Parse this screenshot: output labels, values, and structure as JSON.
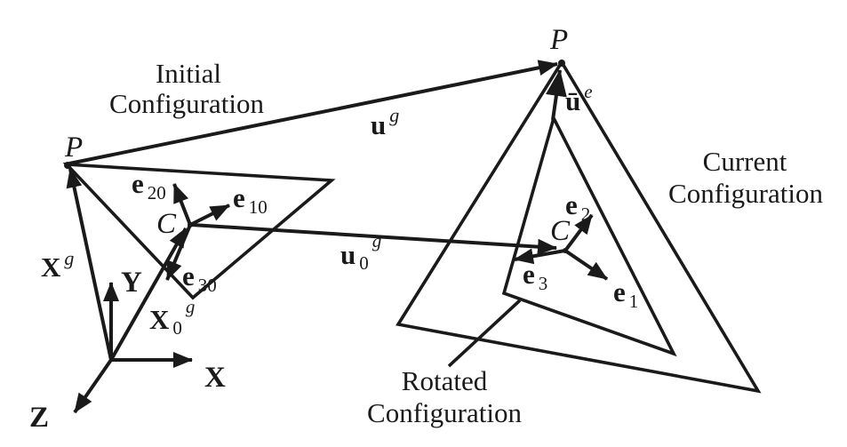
{
  "figure": {
    "background_color": "#ffffff",
    "ink_color": "#1a1a1a",
    "titles": {
      "initial_config": {
        "line1": "Initial",
        "line2": "Configuration"
      },
      "current_config": {
        "line1": "Current",
        "line2": "Configuration"
      },
      "rotated_config": {
        "line1": "Rotated",
        "line2": "Configuration"
      }
    },
    "points": {
      "p_initial": "P",
      "p_current": "P",
      "c_initial": "C",
      "c_current": "C"
    },
    "axes": {
      "x": "X",
      "y": "Y",
      "z": "Z"
    },
    "vectors": {
      "Xg": {
        "base": "X",
        "sup": "g"
      },
      "X0g": {
        "base": "X",
        "sub": "0",
        "sup": "g"
      },
      "ug": {
        "base": "u",
        "sup": "g"
      },
      "u0g": {
        "base": "u",
        "sub": "0",
        "sup": "g"
      },
      "ue": {
        "base": "ū",
        "sup": "e"
      }
    },
    "triads": {
      "e10": {
        "base": "e",
        "sub": "10"
      },
      "e20": {
        "base": "e",
        "sub": "20"
      },
      "e30": {
        "base": "e",
        "sub": "30"
      },
      "e1": {
        "base": "e",
        "sub": "1"
      },
      "e2": {
        "base": "e",
        "sub": "2"
      },
      "e3": {
        "base": "e",
        "sub": "3"
      }
    }
  }
}
